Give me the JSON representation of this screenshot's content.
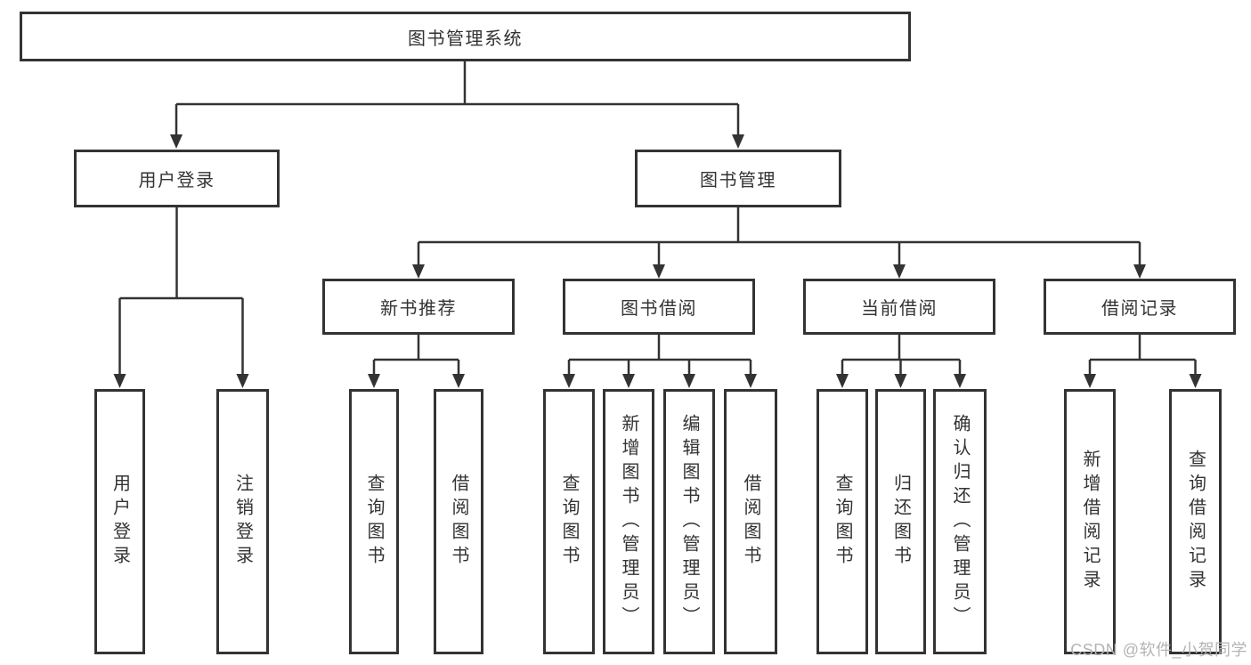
{
  "diagram_type": "hierarchy-tree",
  "nodes": {
    "root": "图书管理系统",
    "user_login": "用户登录",
    "book_mgmt": "图书管理",
    "new_book_rec": "新书推荐",
    "book_borrow": "图书借阅",
    "current_borrow": "当前借阅",
    "borrow_records": "借阅记录",
    "leaf_user_login": "用户登录",
    "leaf_logout": "注销登录",
    "nb_query": "查询图书",
    "nb_borrow": "借阅图书",
    "bb_query": "查询图书",
    "bb_add": "新增图书（管理员）",
    "bb_edit": "编辑图书（管理员）",
    "bb_borrow": "借阅图书",
    "cb_query": "查询图书",
    "cb_return": "归还图书",
    "cb_confirm": "确认归还（管理员）",
    "br_add": "新增借阅记录",
    "br_query": "查询借阅记录"
  },
  "hierarchy": [
    {
      "label": "图书管理系统",
      "children": [
        {
          "label": "用户登录",
          "children": [
            {
              "label": "用户登录"
            },
            {
              "label": "注销登录"
            }
          ]
        },
        {
          "label": "图书管理",
          "children": [
            {
              "label": "新书推荐",
              "children": [
                {
                  "label": "查询图书"
                },
                {
                  "label": "借阅图书"
                }
              ]
            },
            {
              "label": "图书借阅",
              "children": [
                {
                  "label": "查询图书"
                },
                {
                  "label": "新增图书（管理员）"
                },
                {
                  "label": "编辑图书（管理员）"
                },
                {
                  "label": "借阅图书"
                }
              ]
            },
            {
              "label": "当前借阅",
              "children": [
                {
                  "label": "查询图书"
                },
                {
                  "label": "归还图书"
                },
                {
                  "label": "确认归还（管理员）"
                }
              ]
            },
            {
              "label": "借阅记录",
              "children": [
                {
                  "label": "新增借阅记录"
                },
                {
                  "label": "查询借阅记录"
                }
              ]
            }
          ]
        }
      ]
    }
  ],
  "watermark": {
    "text": "CSDN @软件_小贺同学"
  },
  "colors": {
    "border": "#333333",
    "line": "#333333",
    "text": "#333333",
    "watermark": "#b4b4b4",
    "background": "#ffffff"
  }
}
